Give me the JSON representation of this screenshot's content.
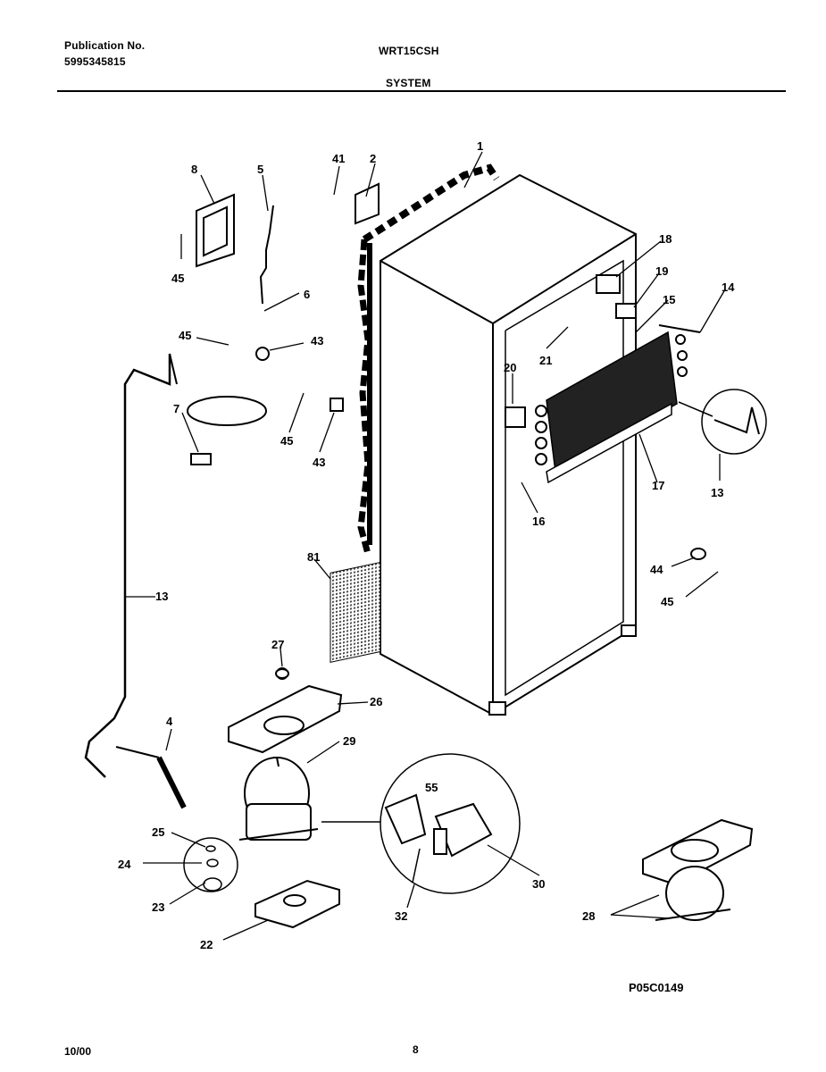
{
  "header": {
    "publication_label": "Publication No.",
    "publication_number": "5995345815",
    "model": "WRT15CSH",
    "section": "SYSTEM"
  },
  "diagram_code": "P05C0149",
  "footer": {
    "date": "10/00",
    "page": "8"
  },
  "callouts": {
    "c1": "1",
    "c2": "2",
    "c41": "41",
    "c8": "8",
    "c5": "5",
    "c45a": "45",
    "c6": "6",
    "c45b": "45",
    "c43a": "43",
    "c7": "7",
    "c45c": "45",
    "c43b": "43",
    "c18": "18",
    "c19": "19",
    "c15": "15",
    "c14": "14",
    "c21": "21",
    "c20": "20",
    "c13a": "13",
    "c17": "17",
    "c16": "16",
    "c81": "81",
    "c44": "44",
    "c45d": "45",
    "c13b": "13",
    "c27": "27",
    "c26": "26",
    "c4": "4",
    "c29": "29",
    "c55": "55",
    "c25": "25",
    "c24": "24",
    "c23": "23",
    "c30": "30",
    "c32": "32",
    "c22": "22",
    "c28": "28"
  }
}
